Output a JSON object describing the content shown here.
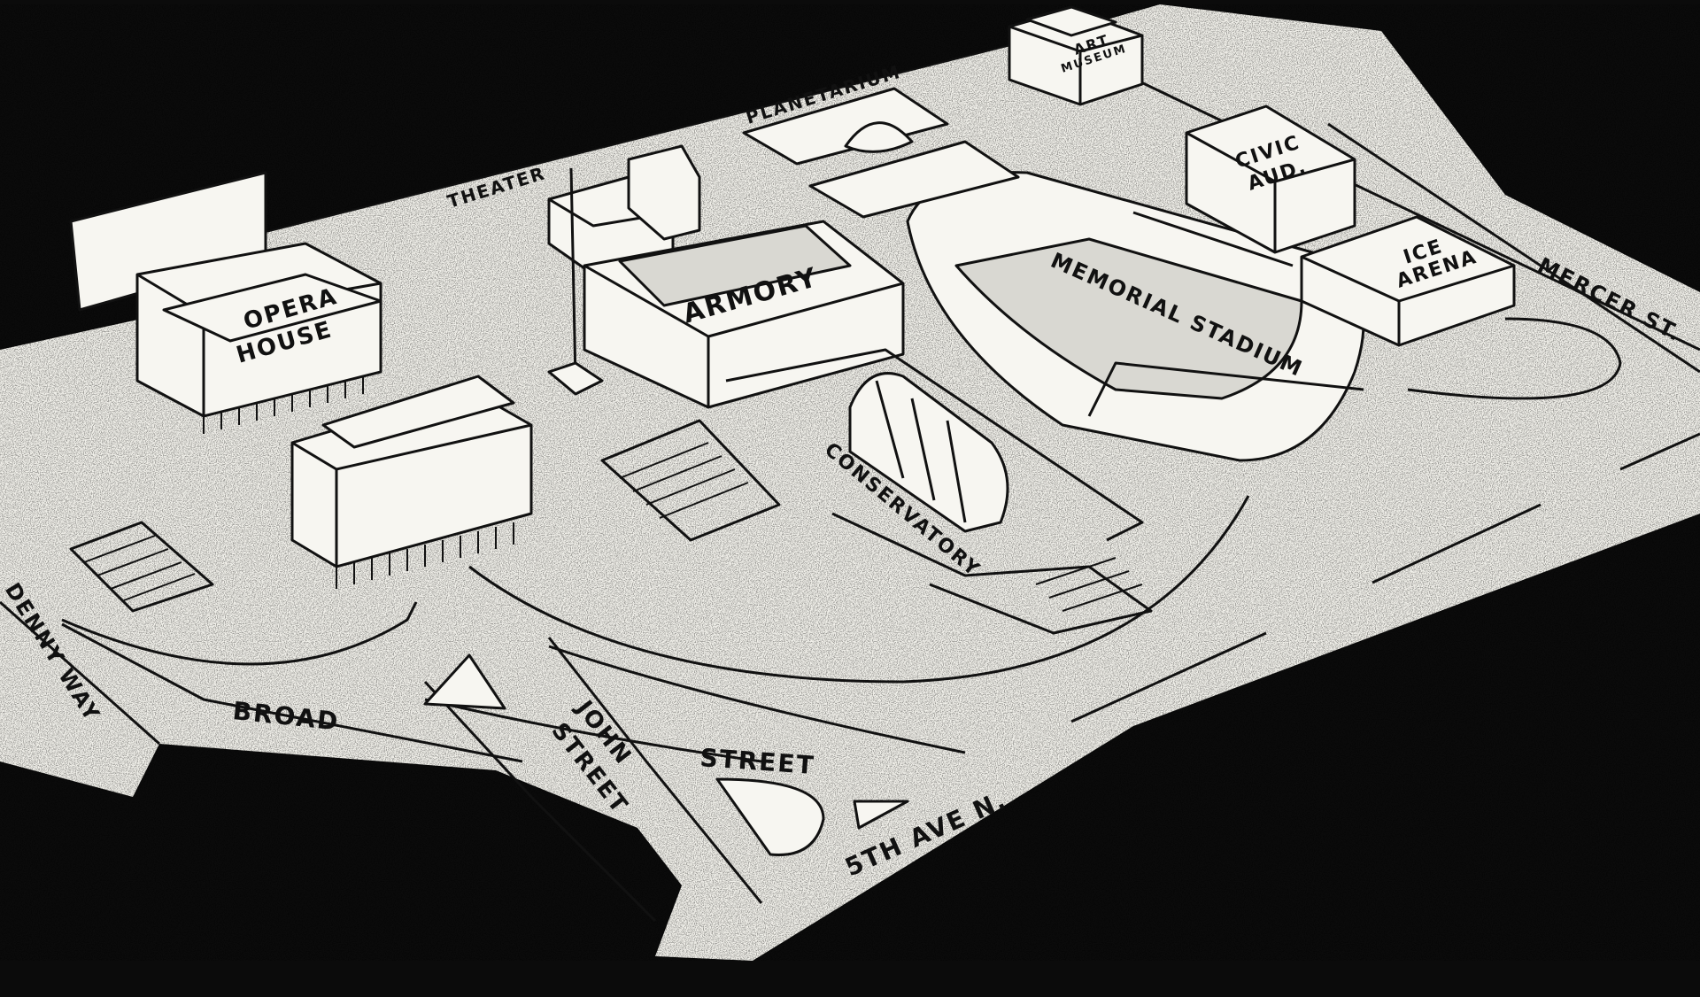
{
  "buildings": {
    "art_museum_line1": "ART",
    "art_museum_line2": "MUSEUM",
    "planetarium": "PLANETARIUM",
    "theater": "THEATER",
    "civic_aud_line1": "CIVIC",
    "civic_aud_line2": "AUD.",
    "opera_house_line1": "OPERA",
    "opera_house_line2": "HOUSE",
    "armory": "ARMORY",
    "memorial_stadium": "MEMORIAL STADIUM",
    "ice_arena_line1": "ICE",
    "ice_arena_line2": "ARENA",
    "conservatory": "CONSERVATORY"
  },
  "streets": {
    "mercer": "MERCER ST.",
    "denny": "DENNY WAY",
    "broad": "BROAD",
    "broad_street": "STREET",
    "john_line1": "JOHN",
    "john_line2": "STREET",
    "fifth_ave": "5TH AVE N."
  },
  "colors": {
    "background": "#0b0b0b",
    "paper": "#f1f0ea",
    "ink": "#111111"
  }
}
